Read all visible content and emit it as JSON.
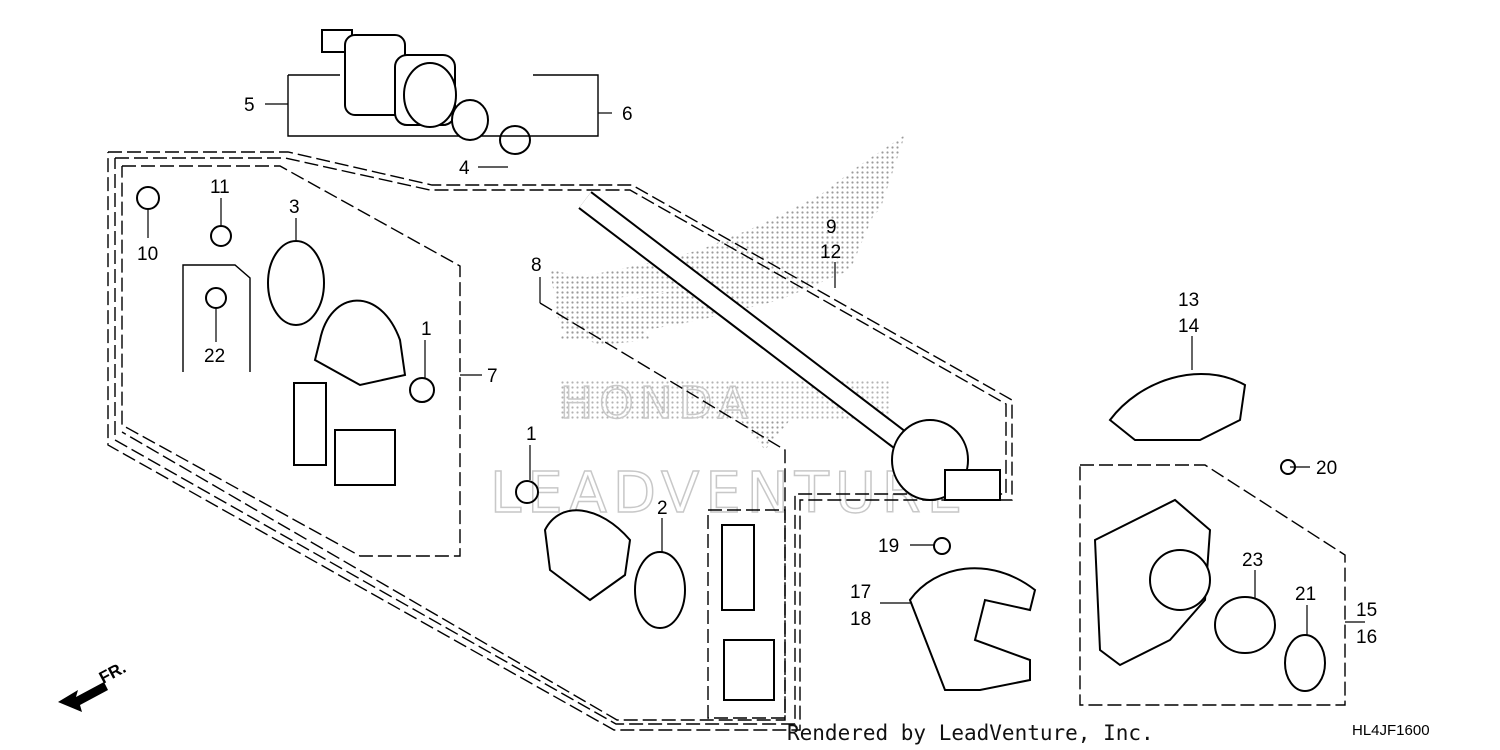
{
  "diagram": {
    "callouts": {
      "p1a": "1",
      "p1b": "1",
      "p2": "2",
      "p3": "3",
      "p4": "4",
      "p5": "5",
      "p6": "6",
      "p7": "7",
      "p8": "8",
      "p9": "9",
      "p10": "10",
      "p11": "11",
      "p12": "12",
      "p13": "13",
      "p14": "14",
      "p15": "15",
      "p16": "16",
      "p17": "17",
      "p18": "18",
      "p19": "19",
      "p20": "20",
      "p21": "21",
      "p22": "22",
      "p23": "23"
    },
    "direction_label": "FR.",
    "watermark": "LEADVENTURE",
    "watermark_brand": "HONDA",
    "footer_credit": "Rendered by LeadVenture, Inc.",
    "diagram_code": "HL4JF1600",
    "colors": {
      "line": "#000000",
      "dots": "#9a9a9a",
      "watermark": "#c8c8c8"
    }
  }
}
